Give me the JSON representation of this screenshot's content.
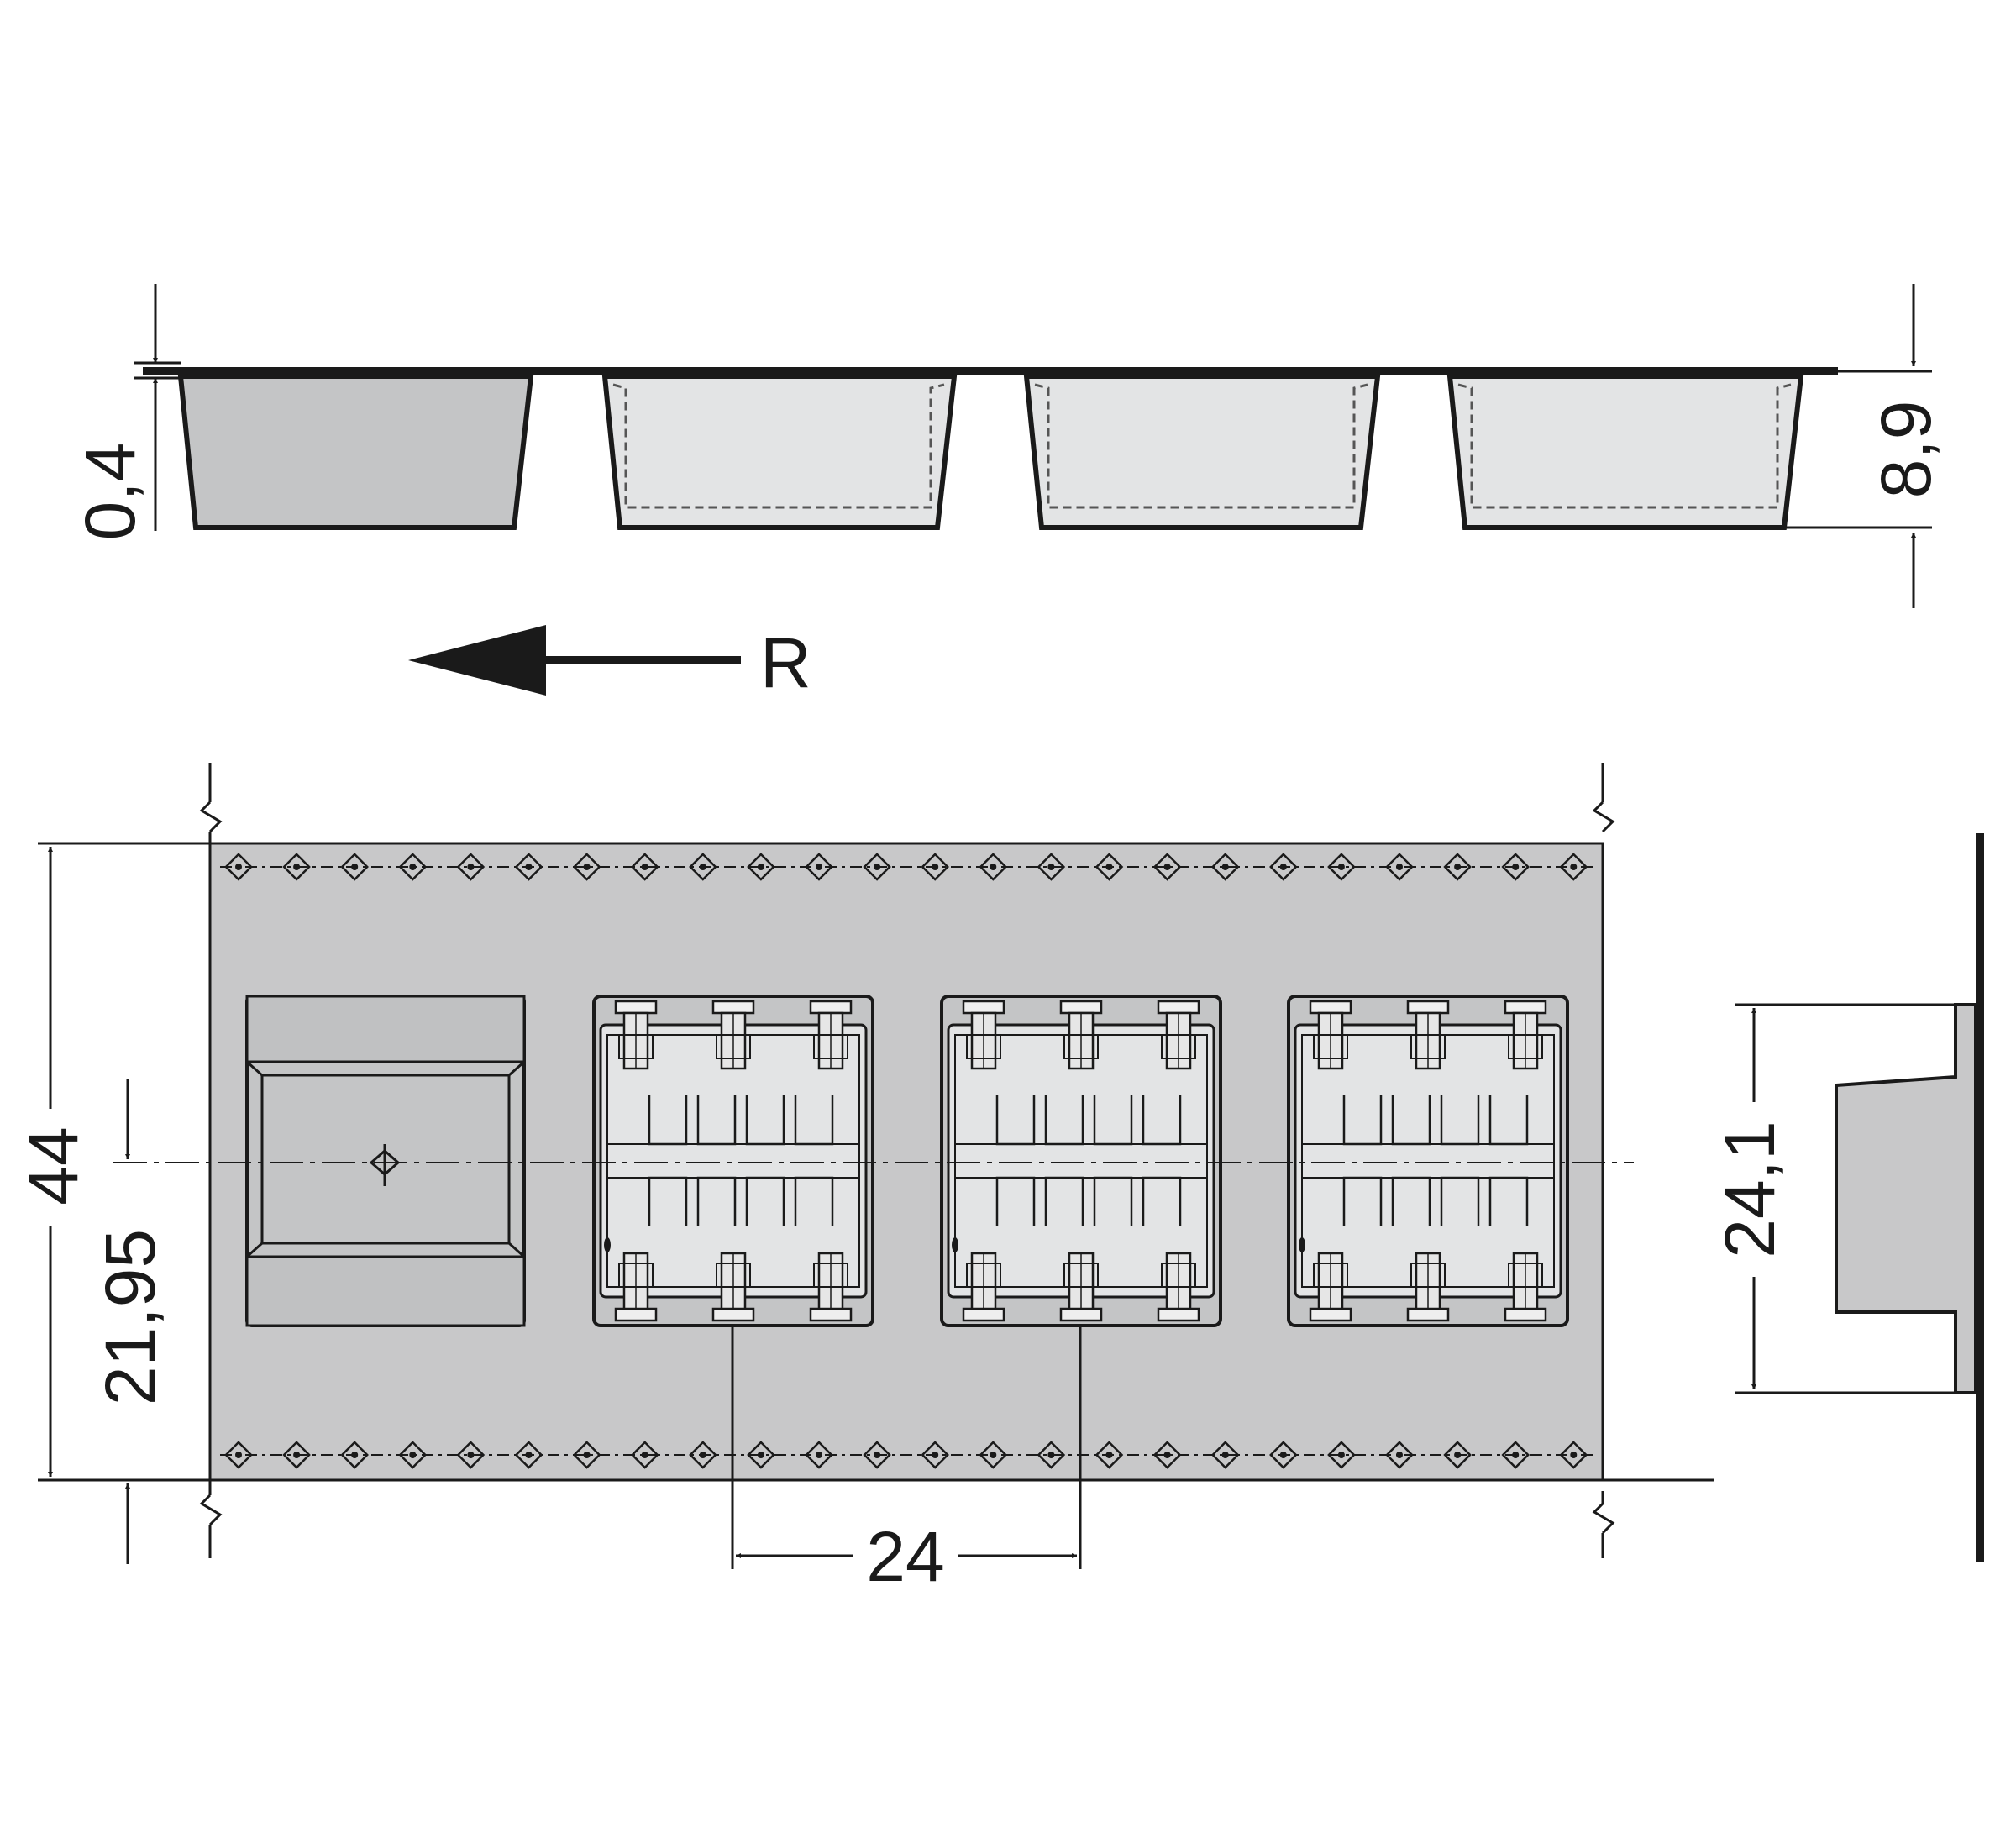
{
  "colors": {
    "ink": "#1a1a1a",
    "tape": "#c8c8c9",
    "pocket_light": "#e3e4e5",
    "pocket_dark": "#c4c5c6",
    "pocket_outline": "#2a2a2a"
  },
  "labels": {
    "cover_tape_thickness": "0,4",
    "pocket_depth": "8,9",
    "reel_direction": "R",
    "tape_width": "44",
    "center_offset": "21,95",
    "pitch": "24",
    "pocket_width": "24,1"
  },
  "tape": {
    "pocket_count": 4,
    "first_pocket_empty": true,
    "sprocket_hole_count": 24
  }
}
